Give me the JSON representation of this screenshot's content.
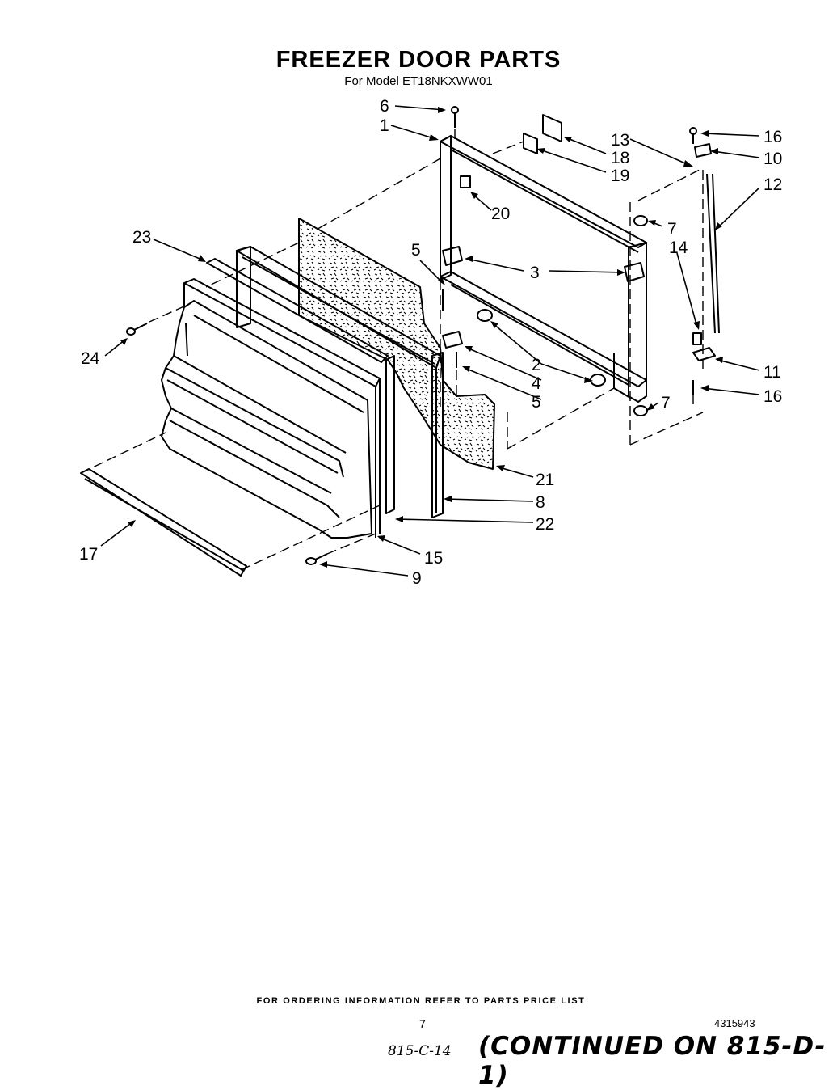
{
  "header": {
    "title": "FREEZER DOOR PARTS",
    "subtitle": "For Model ET18NKXWW01"
  },
  "callouts": [
    {
      "id": "c1",
      "label": "1"
    },
    {
      "id": "c2",
      "label": "2"
    },
    {
      "id": "c3",
      "label": "3"
    },
    {
      "id": "c4",
      "label": "4"
    },
    {
      "id": "c5a",
      "label": "5"
    },
    {
      "id": "c5b",
      "label": "5"
    },
    {
      "id": "c6",
      "label": "6"
    },
    {
      "id": "c7a",
      "label": "7"
    },
    {
      "id": "c7b",
      "label": "7"
    },
    {
      "id": "c8",
      "label": "8"
    },
    {
      "id": "c9",
      "label": "9"
    },
    {
      "id": "c10",
      "label": "10"
    },
    {
      "id": "c11",
      "label": "11"
    },
    {
      "id": "c12",
      "label": "12"
    },
    {
      "id": "c13",
      "label": "13"
    },
    {
      "id": "c14",
      "label": "14"
    },
    {
      "id": "c15",
      "label": "15"
    },
    {
      "id": "c16a",
      "label": "16"
    },
    {
      "id": "c16b",
      "label": "16"
    },
    {
      "id": "c17",
      "label": "17"
    },
    {
      "id": "c18",
      "label": "18"
    },
    {
      "id": "c19",
      "label": "19"
    },
    {
      "id": "c20",
      "label": "20"
    },
    {
      "id": "c21",
      "label": "21"
    },
    {
      "id": "c22",
      "label": "22"
    },
    {
      "id": "c23",
      "label": "23"
    },
    {
      "id": "c24",
      "label": "24"
    }
  ],
  "footer": {
    "ordering_note": "FOR ORDERING INFORMATION REFER TO PARTS PRICE LIST",
    "page_number": "7",
    "doc_number": "4315943",
    "handwritten_ref": "815-C-14",
    "continued": "(CONTINUED ON 815-D-1)"
  }
}
